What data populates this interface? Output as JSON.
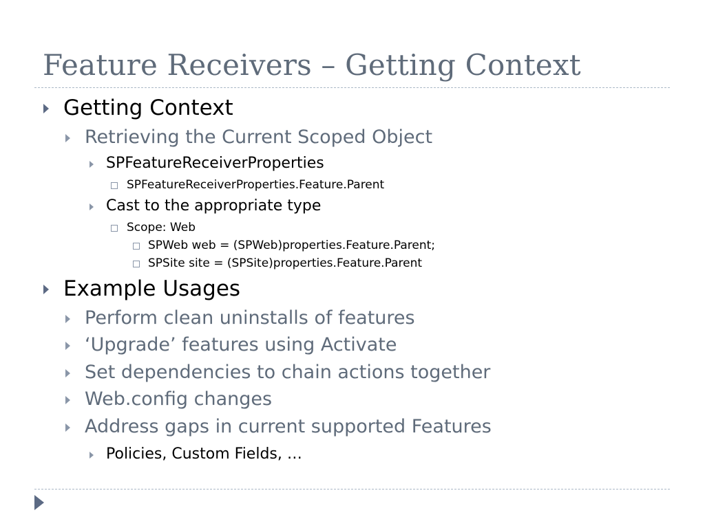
{
  "slide": {
    "title": "Feature Receivers – Getting Context",
    "sections": [
      {
        "heading": "Getting Context",
        "sub": {
          "label": "Retrieving the Current Scoped Object",
          "items": [
            {
              "label": "SPFeatureReceiverProperties",
              "detail": "SPFeatureReceiverProperties.Feature.Parent"
            },
            {
              "label": "Cast to the appropriate type",
              "detail": "Scope: Web",
              "code": [
                "SPWeb web = (SPWeb)properties.Feature.Parent;",
                "SPSite site = (SPSite)properties.Feature.Parent"
              ]
            }
          ]
        }
      },
      {
        "heading": "Example Usages",
        "items": [
          "Perform clean uninstalls of features",
          "‘Upgrade’ features using Activate",
          "Set dependencies to chain actions together",
          "Web.config changes",
          "Address gaps in current supported Features"
        ],
        "subitem": "Policies, Custom Fields, …"
      }
    ]
  }
}
